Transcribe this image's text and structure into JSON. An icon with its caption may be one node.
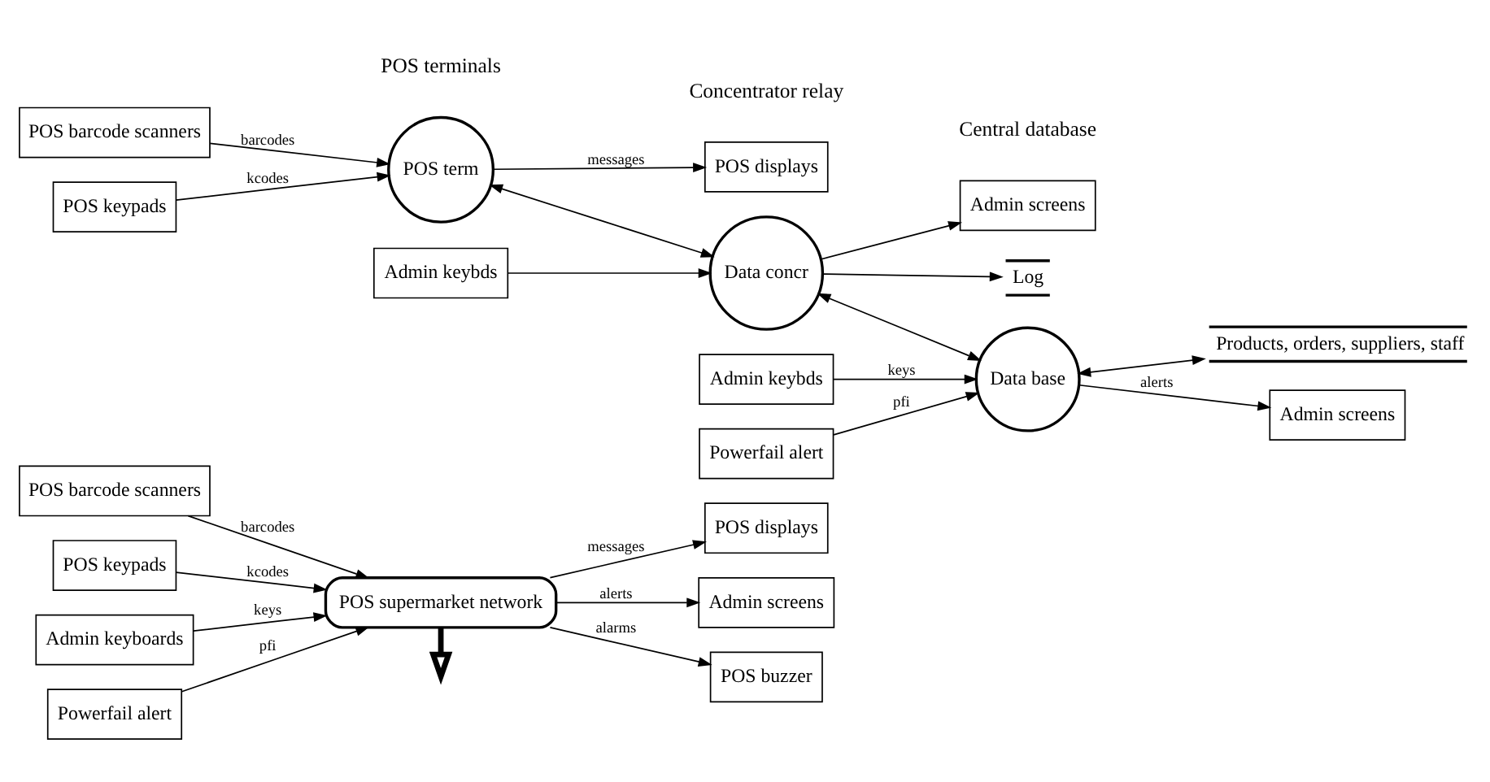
{
  "diagram": {
    "nodes": [
      {
        "text": [
          "POS barcode scanners"
        ]
      },
      {
        "text": [
          "POS keypads"
        ]
      },
      {
        "text": [
          "Admin keyboards"
        ]
      },
      {
        "text": [
          "Powerfail alert"
        ]
      },
      {
        "text": [
          "POS supermarket network"
        ]
      },
      {
        "text": [
          "POS displays"
        ]
      },
      {
        "text": [
          "Admin screens"
        ]
      },
      {
        "text": [
          "POS buzzer"
        ]
      },
      {
        "text": [
          "POS barcode scanners"
        ]
      },
      {
        "text": [
          "POS displays"
        ]
      },
      {
        "text": [
          "POS keypads"
        ]
      },
      {
        "text": [
          "POS term"
        ]
      },
      {
        "text": [
          "Admin keybds"
        ]
      },
      {
        "text": [
          "Data concr"
        ]
      },
      {
        "text": [
          "Admin screens"
        ]
      },
      {
        "text": [
          "Log"
        ]
      },
      {
        "text": [
          "Products, orders, suppliers, staff"
        ]
      },
      {
        "text": [
          "Data base"
        ]
      },
      {
        "text": [
          "Admin screens"
        ]
      },
      {
        "text": [
          "Admin keybds"
        ]
      },
      {
        "text": [
          "Powerfail alert"
        ]
      }
    ],
    "edges": [
      {
        "from": 0,
        "to": 4,
        "arrow": "to",
        "label": "barcodes"
      },
      {
        "from": 1,
        "to": 4,
        "arrow": "to",
        "label": "kcodes"
      },
      {
        "from": 2,
        "to": 4,
        "arrow": "to",
        "label": "keys"
      },
      {
        "from": 3,
        "to": 4,
        "arrow": "to",
        "label": "pfi"
      },
      {
        "from": 4,
        "to": 5,
        "arrow": "to",
        "label": "messages"
      },
      {
        "from": 4,
        "to": 6,
        "arrow": "to",
        "label": "alerts"
      },
      {
        "from": 4,
        "to": 7,
        "arrow": "to",
        "label": "alarms"
      },
      {
        "from": 4,
        "to": null,
        "arrow": "to",
        "style": "thick"
      },
      {
        "from": 8,
        "to": 11,
        "arrow": "to",
        "label": "barcodes"
      },
      {
        "from": 11,
        "to": 9,
        "arrow": "to",
        "label": "messages"
      },
      {
        "from": 10,
        "to": 11,
        "arrow": "to",
        "label": "kcodes"
      },
      {
        "from": 11,
        "to": 13,
        "arrow": "both"
      },
      {
        "from": 12,
        "to": 13,
        "arrow": "to"
      },
      {
        "from": 13,
        "to": 14,
        "arrow": "to"
      },
      {
        "from": 13,
        "to": 15,
        "arrow": "to"
      },
      {
        "from": 13,
        "to": 17,
        "arrow": "both"
      },
      {
        "from": 17,
        "to": 16,
        "arrow": "both"
      },
      {
        "from": 17,
        "to": 18,
        "arrow": "to",
        "label": "alerts"
      },
      {
        "from": 19,
        "to": 17,
        "arrow": "to",
        "label": "keys"
      },
      {
        "from": 20,
        "to": 17,
        "arrow": "to",
        "label": "pfi"
      }
    ],
    "labels": [
      "POS terminals",
      "Concentrator relay",
      "Central database"
    ]
  }
}
